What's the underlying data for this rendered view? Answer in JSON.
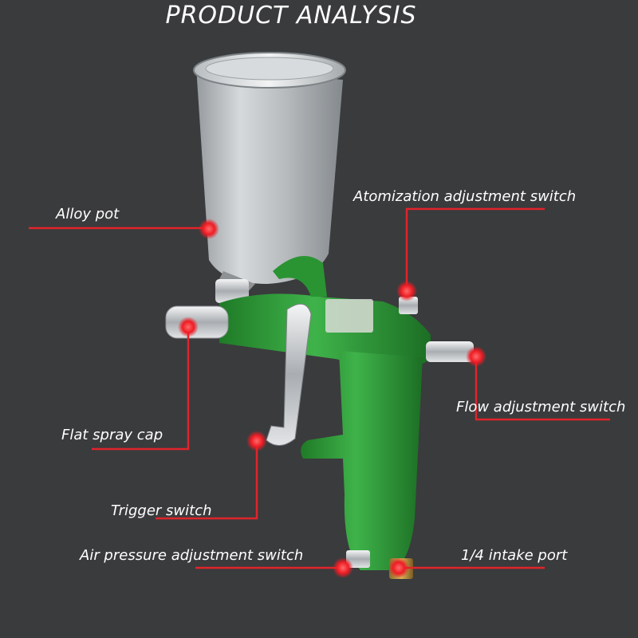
{
  "title": "PRODUCT ANALYSIS",
  "callouts": {
    "alloy_pot": "Alloy pot",
    "atomization": "Atomization adjustment switch",
    "flow": "Flow adjustment switch",
    "flat_spray_cap": "Flat spray cap",
    "trigger": "Trigger switch",
    "air_pressure": "Air pressure adjustment switch",
    "intake": "1/4 intake port"
  },
  "colors": {
    "background": "#3a3b3d",
    "callout_line": "#e0242b",
    "gun_body": "#2e9b36"
  }
}
